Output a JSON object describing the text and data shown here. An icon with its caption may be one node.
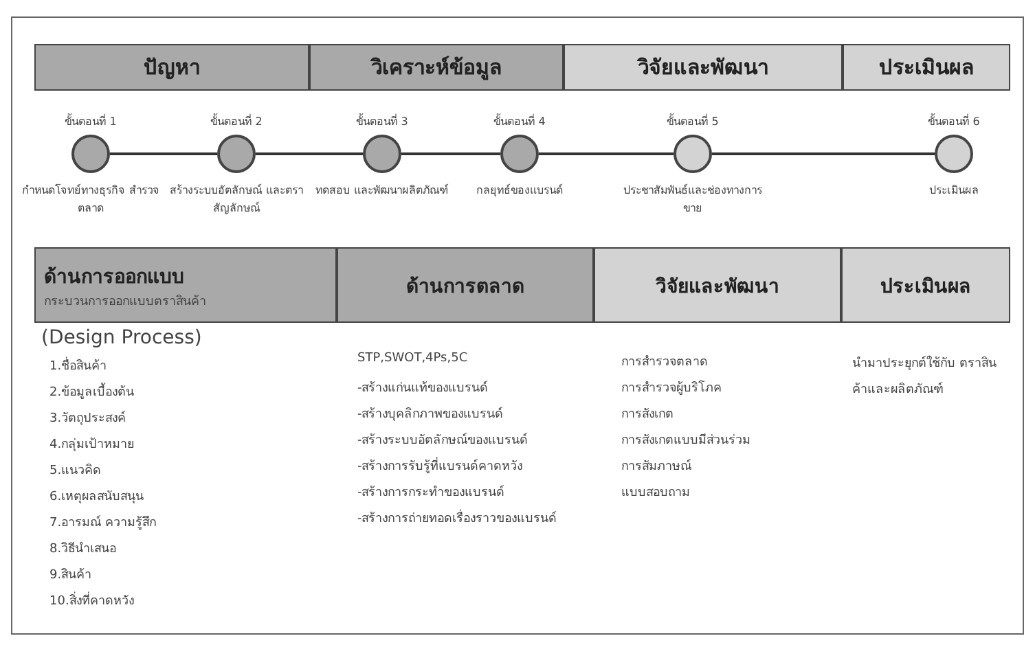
{
  "diagram": {
    "nodes": [
      {
        "text": [
          "ปัญหา"
        ]
      },
      {
        "text": [
          "วิเคราะห์ข้อมูล"
        ]
      },
      {
        "text": [
          "วิจัยและพัฒนา"
        ]
      },
      {
        "text": [
          "ประเมินผล"
        ]
      },
      {
        "text": [],
        "shape": "circle",
        "beside": [
          "ขั้นตอนที่ 1",
          "กำหนดโจทย์ทางธุรกิจ สำรวจตลาด"
        ]
      },
      {
        "text": [],
        "shape": "circle",
        "beside": [
          "ขั้นตอนที่ 2",
          "สร้างระบบอัตลักษณ์ และตราสัญลักษณ์"
        ]
      },
      {
        "text": [],
        "shape": "circle",
        "beside": [
          "ขั้นตอนที่ 3",
          "ทดสอบ และพัฒนาผลิตภัณฑ์"
        ]
      },
      {
        "text": [],
        "shape": "circle",
        "beside": [
          "ขั้นตอนที่ 4",
          "กลยุทธ์ของแบรนด์"
        ]
      },
      {
        "text": [],
        "shape": "circle",
        "beside": [
          "ขั้นตอนที่ 5",
          "ประชาสัมพันธ์และช่องทางการขาย"
        ]
      },
      {
        "text": [],
        "shape": "circle",
        "beside": [
          "ขั้นตอนที่ 6",
          "ประเมินผล"
        ]
      },
      {
        "text": [
          "ด้านการออกแบบ",
          "กระบวนการออกแบบตราสินค้า"
        ]
      },
      {
        "text": [
          "ด้านการตลาด"
        ]
      },
      {
        "text": [
          "วิจัยและพัฒนา"
        ]
      },
      {
        "text": [
          "ประเมินผล"
        ]
      }
    ],
    "edges": [
      {
        "from": 4,
        "to": 5,
        "arrow": "none"
      },
      {
        "from": 5,
        "to": 6,
        "arrow": "none"
      },
      {
        "from": 6,
        "to": 7,
        "arrow": "none"
      },
      {
        "from": 7,
        "to": 8,
        "arrow": "none"
      },
      {
        "from": 8,
        "to": 9,
        "arrow": "none"
      }
    ],
    "labels": [
      "(Design Process)",
      "1.ชื่อสินค้า",
      "2.ข้อมูลเบื้องต้น",
      "3.วัตถุประสงค์",
      "4.กลุ่มเป้าหมาย",
      "5.แนวคิด",
      "6.เหตุผลสนับสนุน",
      "7.อารมณ์ ความรู้สึก",
      "8.วิธีนำเสนอ",
      "9.สินค้า",
      "10.สิ่งที่คาดหวัง",
      "STP,SWOT,4Ps,5C",
      "-สร้างแก่นแท้ของแบรนด์",
      "-สร้างบุคลิกภาพของแบรนด์",
      "-สร้างระบบอัตลักษณ์ของแบรนด์",
      "-สร้างการรับรู้ที่แบรนด์คาดหวัง",
      "-สร้างการกระทำของแบรนด์",
      "-สร้างการถ่ายทอดเรื่องราวของแบรนด์",
      "การสำรวจตลาด",
      "การสำรวจผู้บริโภค",
      "การสังเกต",
      "การสังเกตแบบมีส่วนร่วม",
      "การสัมภาษณ์",
      "แบบสอบถาม",
      "นำมาประยุกต์ใช้กับ ตราสินค้าและผลิตภัณฑ์"
    ]
  }
}
